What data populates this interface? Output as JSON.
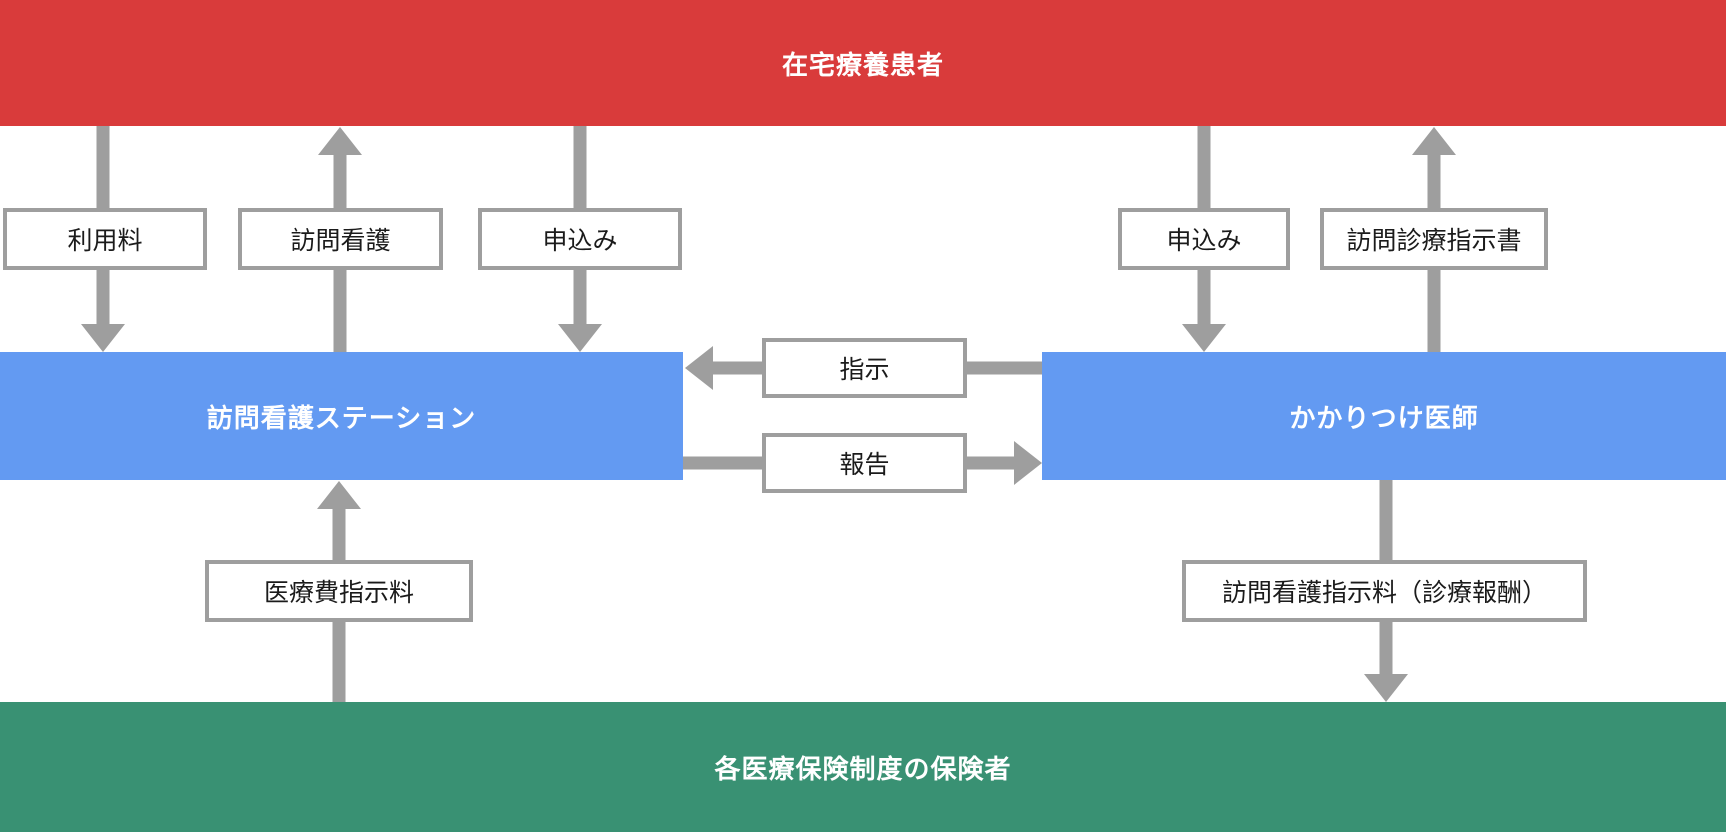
{
  "colors": {
    "red": "#d93b3b",
    "blue": "#639af2",
    "green": "#399173",
    "gray": "#9e9e9e",
    "label-text": "#1b1b1b"
  },
  "nodes": {
    "patient": {
      "label": "在宅療養患者"
    },
    "nursing_station": {
      "label": "訪問看護ステーション"
    },
    "doctor": {
      "label": "かかりつけ医師"
    },
    "insurer": {
      "label": "各医療保険制度の保険者"
    }
  },
  "flows": {
    "usage_fee": {
      "label": "利用料",
      "from": "在宅療養患者",
      "to": "訪問看護ステーション",
      "direction": "down"
    },
    "visiting_nursing": {
      "label": "訪問看護",
      "from": "訪問看護ステーション",
      "to": "在宅療養患者",
      "direction": "up"
    },
    "application_left": {
      "label": "申込み",
      "from": "在宅療養患者",
      "to": "訪問看護ステーション",
      "direction": "down"
    },
    "application_right": {
      "label": "申込み",
      "from": "在宅療養患者",
      "to": "かかりつけ医師",
      "direction": "down"
    },
    "visit_care_order": {
      "label": "訪問診療指示書",
      "from": "かかりつけ医師",
      "to": "在宅療養患者",
      "direction": "up"
    },
    "instruction": {
      "label": "指示",
      "from": "かかりつけ医師",
      "to": "訪問看護ステーション",
      "direction": "left"
    },
    "report": {
      "label": "報告",
      "from": "訪問看護ステーション",
      "to": "かかりつけ医師",
      "direction": "right"
    },
    "medical_fee": {
      "label": "医療費指示料",
      "from": "各医療保険制度の保険者",
      "to": "訪問看護ステーション",
      "direction": "up"
    },
    "nursing_order_fee": {
      "label": "訪問看護指示料（診療報酬）",
      "from": "かかりつけ医師",
      "to": "各医療保険制度の保険者",
      "direction": "down"
    }
  }
}
